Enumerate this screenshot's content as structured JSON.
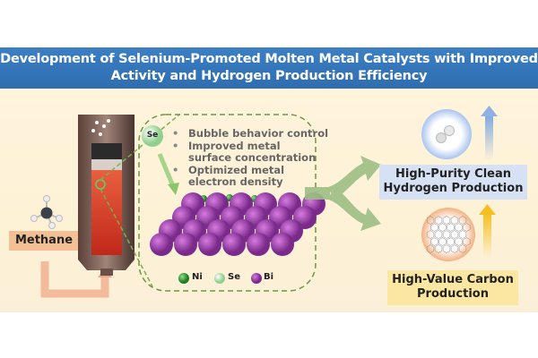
{
  "title": {
    "line1": "Development of Selenium-Promoted Molten Metal Catalysts with Improved",
    "line2": "Activity and Hydrogen Production Efficiency"
  },
  "feed": {
    "label": "Methane"
  },
  "catalyst": {
    "promoter_label": "Se",
    "effects": [
      "Bubble behavior control",
      "Improved metal surface concentration",
      "Optimized metal electron density"
    ],
    "legend": [
      "Ni",
      "Se",
      "Bi"
    ]
  },
  "products": {
    "hydrogen": "High-Purity Clean Hydrogen Production",
    "hydrogen_line1": "High-Purity Clean",
    "hydrogen_line2": "Hydrogen Production",
    "carbon_line1": "High-Value Carbon",
    "carbon_line2": "Production"
  },
  "colors": {
    "title_bg": "#3272b8",
    "ni": "#2e8b2e",
    "se": "#b8e6b8",
    "bi": "#8e3a9e",
    "arrow": "#93b87a",
    "methane_box": "#f3c096",
    "hydrogen_box": "#d6e2f4",
    "carbon_box": "#fbe6a2"
  }
}
